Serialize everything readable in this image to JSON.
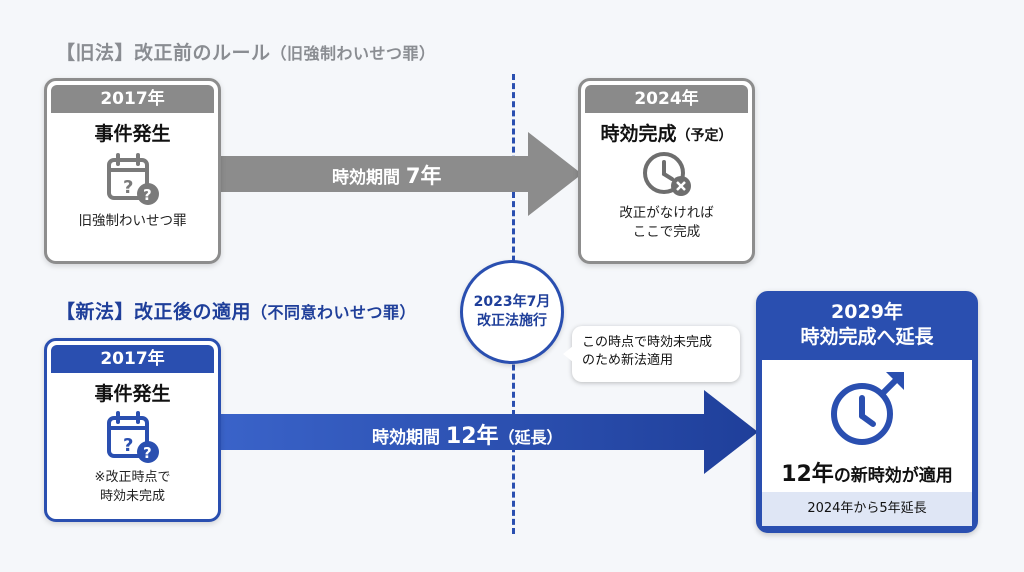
{
  "old_law": {
    "section_title": "【旧法】改正前のルール",
    "section_title_note": "（旧強制わいせつ罪）",
    "start": {
      "year": "2017年",
      "head": "事件発生",
      "note": "旧強制わいせつ罪"
    },
    "arrow_label": "時効期間 ",
    "arrow_value": "7年",
    "end": {
      "year": "2024年",
      "head": "時効完成",
      "head_note": "（予定）",
      "note_line1": "改正がなければ",
      "note_line2": "ここで完成"
    }
  },
  "new_law": {
    "section_title": "【新法】改正後の適用",
    "section_title_note": "（不同意わいせつ罪）",
    "start": {
      "year": "2017年",
      "head": "事件発生",
      "note_line1": "※改正時点で",
      "note_line2": "時効未完成"
    },
    "arrow_label": "時効期間 ",
    "arrow_value": "12年",
    "arrow_note": "（延長）",
    "end": {
      "year_line": "2029年",
      "head_line": "時効完成へ延長",
      "main_value": "12年",
      "main_text": "の新時効が適用",
      "footer": "2024年から5年延長"
    }
  },
  "enforcement": {
    "line1": "2023年7月",
    "line2": "改正法施行"
  },
  "callout": {
    "line1": "この時点で時効未完成",
    "line2": "のため新法適用"
  },
  "icons": [
    "calendar-question-icon",
    "clock-cross-icon",
    "clock-arrow-icon"
  ],
  "colors": {
    "blue": "#2a4fb0",
    "gray": "#8a8a8a"
  }
}
